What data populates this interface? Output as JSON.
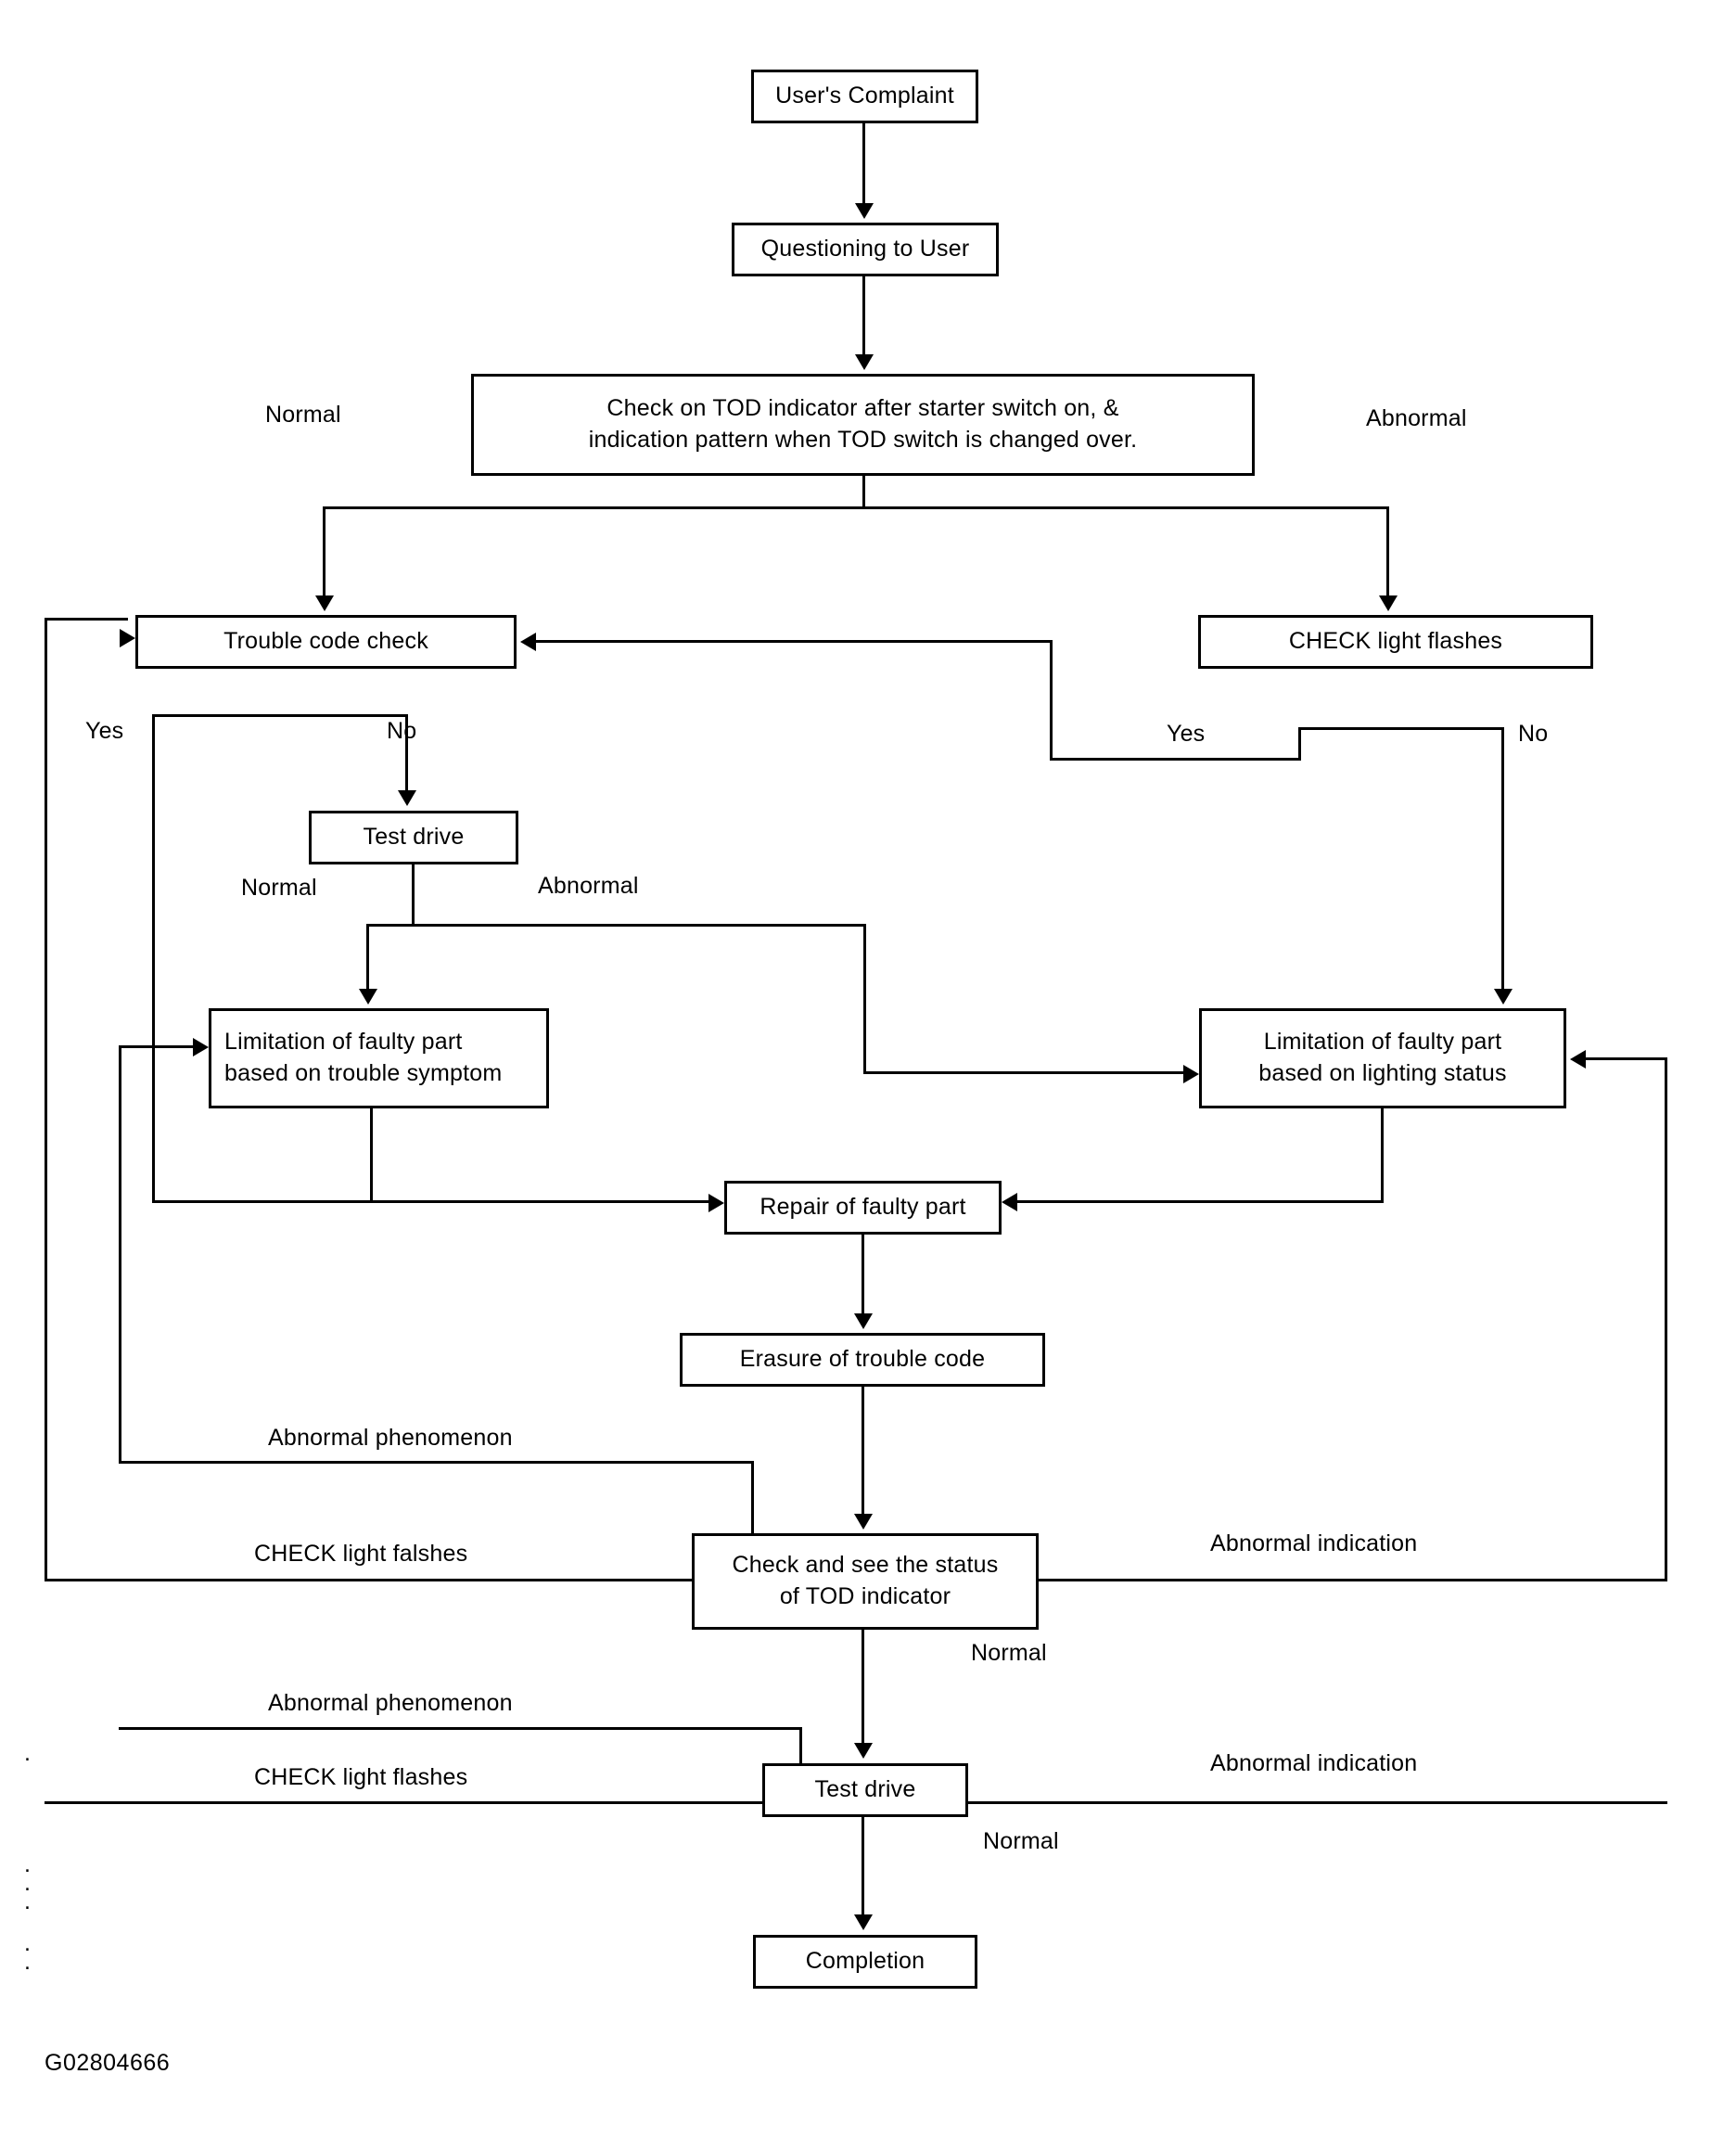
{
  "diagram": {
    "title_code": "G02804666",
    "nodes": {
      "complaint": "User's Complaint",
      "questioning": "Questioning to User",
      "check_tod": "Check on TOD indicator after starter switch on, &\nindication pattern when TOD switch is changed over.",
      "trouble_code_check": "Trouble code check",
      "check_light_flashes": "CHECK light flashes",
      "test_drive_1": "Test drive",
      "limitation_symptom": "Limitation of faulty part\nbased on trouble symptom",
      "limitation_lighting": "Limitation of faulty part\nbased on lighting status",
      "repair": "Repair of faulty part",
      "erasure": "Erasure of trouble code",
      "check_status": "Check and see the status\nof TOD indicator",
      "test_drive_2": "Test drive",
      "completion": "Completion"
    },
    "edge_labels": {
      "normal_left": "Normal",
      "abnormal_right": "Abnormal",
      "yes_left": "Yes",
      "no_left": "No",
      "yes_right": "Yes",
      "no_right": "No",
      "td_normal": "Normal",
      "td_abnormal": "Abnormal",
      "abnormal_phenomenon_1": "Abnormal phenomenon",
      "check_light_falshes": "CHECK light falshes",
      "abnormal_indication_1": "Abnormal indication",
      "normal_mid": "Normal",
      "abnormal_phenomenon_2": "Abnormal phenomenon",
      "check_light_flashes_2": "CHECK light flashes",
      "abnormal_indication_2": "Abnormal indication",
      "normal_bottom": "Normal"
    }
  }
}
